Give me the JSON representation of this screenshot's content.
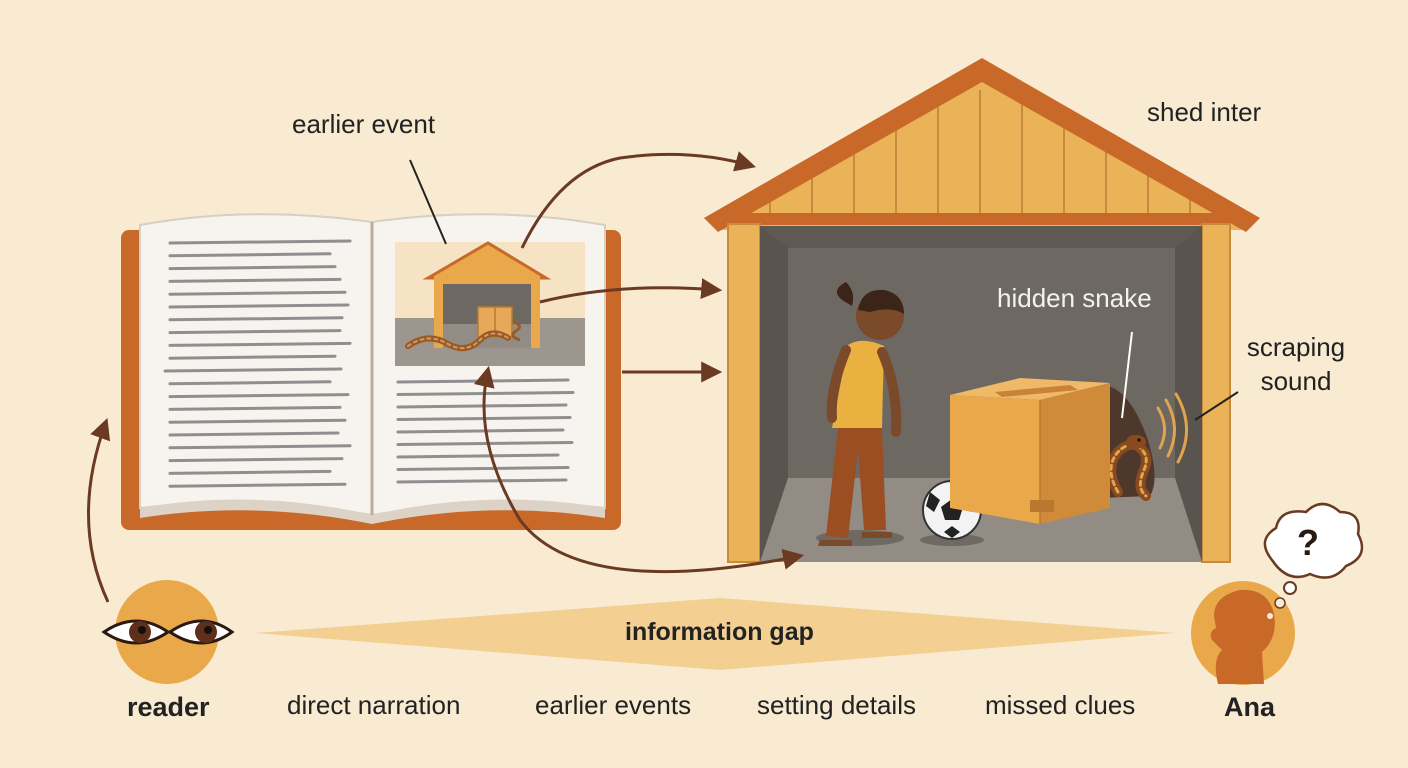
{
  "labels": {
    "earlier_event": "earlier event",
    "shed_interior": "shed inter",
    "hidden_snake": "hidden snake",
    "scraping_line1": "scraping",
    "scraping_line2": "sound",
    "information_gap": "information gap",
    "reader": "reader",
    "ana": "Ana",
    "question_mark": "?"
  },
  "gap_sources": [
    "direct narration",
    "earlier events",
    "setting details",
    "missed clues"
  ],
  "colors": {
    "background": "#f8ebd2",
    "wood": "#e9a94a",
    "wood_dark": "#c8692a",
    "shed_interior": "#6e6862",
    "floor": "#928c85",
    "book_cover": "#c8692a",
    "page": "#f7f4ef",
    "arrow": "#6b3a22",
    "text": "#222222"
  },
  "icons": [
    "open-book-icon",
    "shed-icon",
    "snake-icon",
    "box-icon",
    "soccer-ball-icon",
    "eyes-icon",
    "head-silhouette-icon",
    "thought-bubble-icon",
    "sound-waves-icon"
  ]
}
